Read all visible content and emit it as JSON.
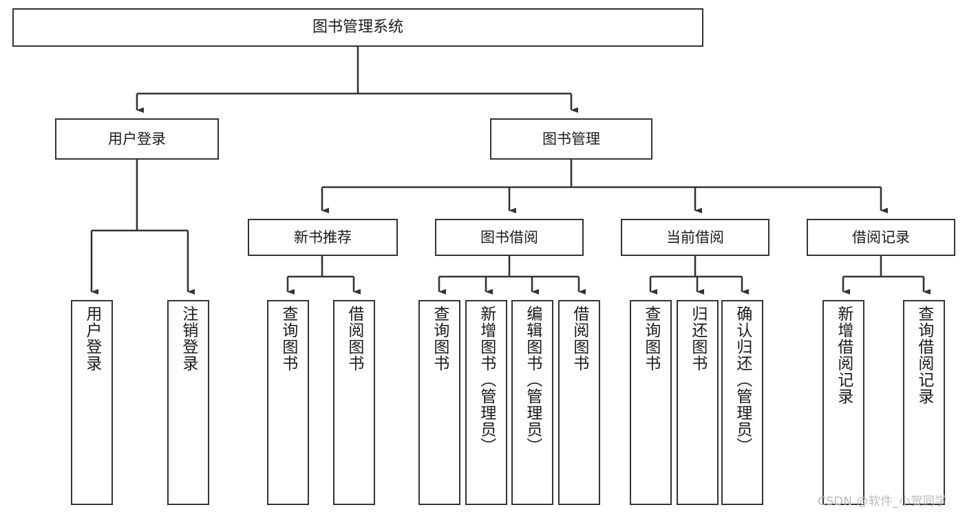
{
  "diagram": {
    "title": "图书管理系统",
    "type": "tree",
    "colors": {
      "background": "#ffffff",
      "node_border": "#333333",
      "node_fill": "#ffffff",
      "edge": "#333333",
      "text": "#1a1a1a",
      "watermark": "#b9b9b9"
    },
    "root": {
      "label": "图书管理系统"
    },
    "level2": [
      {
        "label": "用户登录"
      },
      {
        "label": "图书管理"
      }
    ],
    "level3": [
      {
        "label": "新书推荐"
      },
      {
        "label": "图书借阅"
      },
      {
        "label": "当前借阅"
      },
      {
        "label": "借阅记录"
      }
    ],
    "leaves": {
      "user_login": [
        {
          "label": "用户登录"
        },
        {
          "label": "注销登录"
        }
      ],
      "new_book_recommend": [
        {
          "label": "查询图书"
        },
        {
          "label": "借阅图书"
        }
      ],
      "book_borrow": [
        {
          "label": "查询图书"
        },
        {
          "label": "新增图书（管理员）"
        },
        {
          "label": "编辑图书（管理员）"
        },
        {
          "label": "借阅图书"
        }
      ],
      "current_borrow": [
        {
          "label": "查询图书"
        },
        {
          "label": "归还图书"
        },
        {
          "label": "确认归还（管理员）"
        }
      ],
      "borrow_record": [
        {
          "label": "新增借阅记录"
        },
        {
          "label": "查询借阅记录"
        }
      ]
    }
  },
  "watermark": {
    "text": "CSDN @软件_小贺同学"
  }
}
